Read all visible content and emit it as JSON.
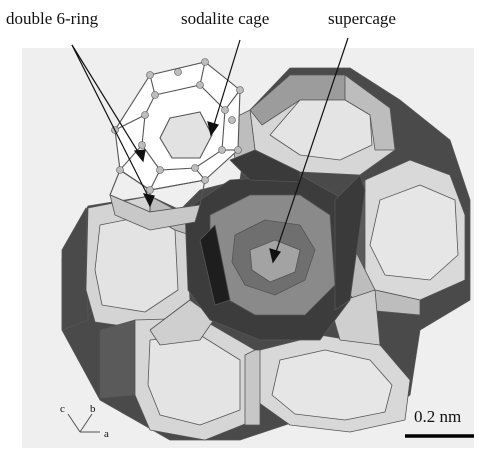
{
  "labels": {
    "double_ring": "double 6-ring",
    "sodalite": "sodalite cage",
    "supercage": "supercage"
  },
  "axes": {
    "c": "c",
    "b": "b",
    "a": "a"
  },
  "scale_bar": {
    "label": "0.2 nm"
  }
}
